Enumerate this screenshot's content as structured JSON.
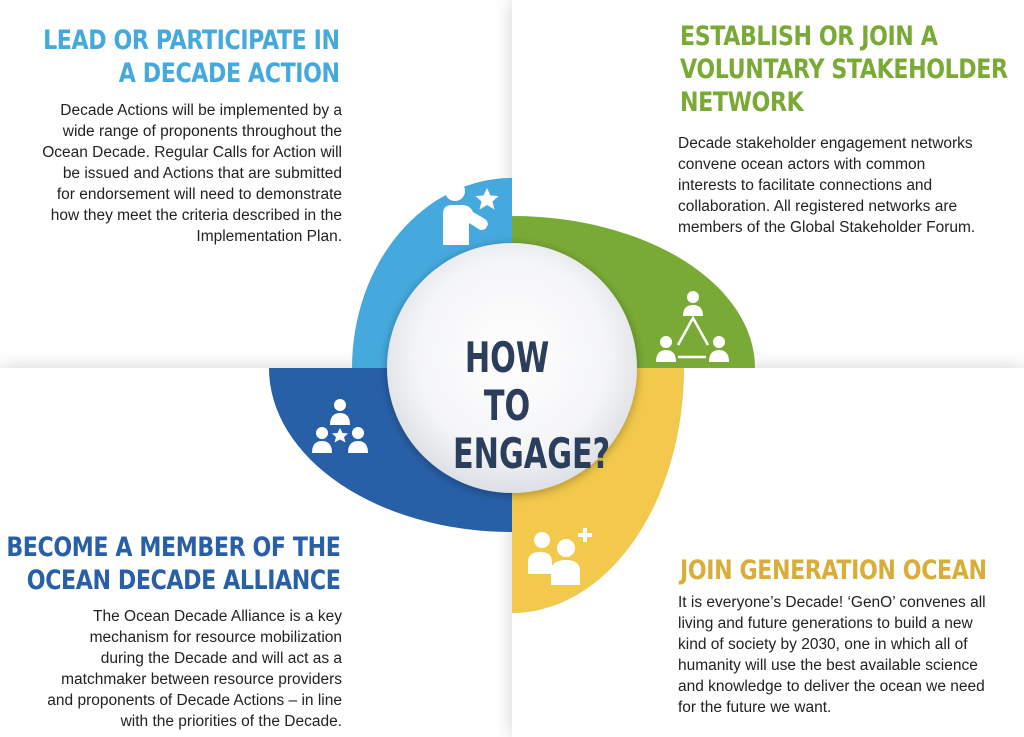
{
  "center": {
    "lines": [
      "HOW TO",
      "ENGAGE?"
    ],
    "color": "#2b3e5c"
  },
  "sections": {
    "lead": {
      "title": [
        "LEAD OR PARTICIPATE IN",
        "A DECADE ACTION"
      ],
      "body": [
        "Decade Actions will be implemented by a",
        "wide range of proponents throughout the",
        "Ocean Decade. Regular Calls for Action will",
        "be issued and Actions that are submitted",
        "for endorsement will need to demonstrate",
        "how they meet the criteria described in the",
        "Implementation Plan."
      ],
      "color": "#45a9dd",
      "icon": "person-star-icon"
    },
    "network": {
      "title": [
        "ESTABLISH OR JOIN A",
        "VOLUNTARY STAKEHOLDER",
        "NETWORK"
      ],
      "body": [
        "Decade stakeholder engagement networks",
        "convene ocean actors with common",
        "interests to facilitate connections and",
        "collaboration. All registered networks are",
        "members of the Global Stakeholder Forum."
      ],
      "color": "#7aaa36",
      "icon": "network-people-icon"
    },
    "alliance": {
      "title": [
        "BECOME A MEMBER OF THE",
        "OCEAN DECADE ALLIANCE"
      ],
      "body": [
        "The Ocean Decade Alliance is a key",
        "mechanism for resource mobilization",
        "during the Decade and will act as a",
        "matchmaker between resource providers",
        "and proponents of Decade Actions – in line",
        "with the priorities of the Decade."
      ],
      "color": "#2860a8",
      "icon": "group-star-icon"
    },
    "geno": {
      "title": [
        "JOIN GENERATION OCEAN"
      ],
      "body": [
        "It is everyone’s Decade! ‘GenO’ convenes all",
        "living and future generations to build a new",
        "kind of society by 2030, one in which all of",
        "humanity will use the best available science",
        "and knowledge to deliver the ocean we need",
        "for the future we want."
      ],
      "color": "#d9ae38",
      "arc_color": "#f2c94c",
      "icon": "people-plus-icon"
    }
  }
}
